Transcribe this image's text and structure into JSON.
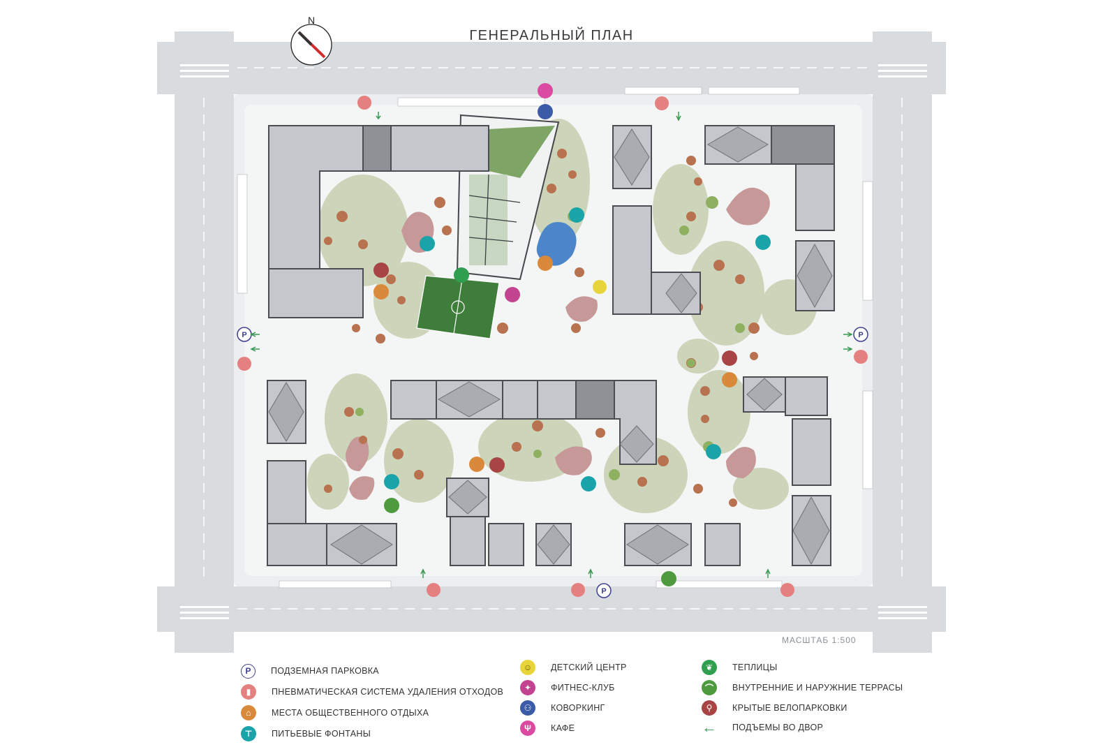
{
  "title": "ГЕНЕРАЛЬНЫЙ ПЛАН",
  "compass_label": "N",
  "scale_label": "МАСШТАБ 1:500",
  "colors": {
    "road": "#d7dadd",
    "sidewalk": "#eceef0",
    "courtyard": "#f3f4f4",
    "lawn": "#c9d3b4",
    "tree": "#b56a4a",
    "roof": "#c4c7cb",
    "water": "#4c86c9",
    "field": "#3e7d3a",
    "parking": "#3c3f8f",
    "waste": "#e58080",
    "recreation": "#d9893a",
    "fountain": "#1aa3a8",
    "kids": "#e6d43a",
    "fitness": "#c2438f",
    "coworking": "#3b5ba8",
    "cafe": "#d94aa0",
    "greenhouse": "#2f9e4e",
    "terraces": "#4f9a3e",
    "bikes": "#a84444",
    "arrow": "#3a9a55"
  },
  "legend": {
    "col1": [
      {
        "icon": "parking-icon",
        "glyph": "P",
        "label": "ПОДЗЕМНАЯ ПАРКОВКА"
      },
      {
        "icon": "waste-bin-icon",
        "glyph": "▮",
        "label": "ПНЕВМАТИЧЕСКАЯ СИСТЕМА УДАЛЕНИЯ ОТХОДОВ"
      },
      {
        "icon": "picnic-table-icon",
        "glyph": "⌂",
        "label": "МЕСТА ОБЩЕСТВЕННОГО ОТДЫХА"
      },
      {
        "icon": "water-tap-icon",
        "glyph": "⊤",
        "label": "ПИТЬЕВЫЕ ФОНТАНЫ"
      }
    ],
    "col2": [
      {
        "icon": "child-icon",
        "glyph": "☺",
        "label": "ДЕТСКИЙ ЦЕНТР"
      },
      {
        "icon": "runner-icon",
        "glyph": "✦",
        "label": "ФИТНЕС-КЛУБ"
      },
      {
        "icon": "people-icon",
        "glyph": "⚇",
        "label": "КОВОРКИНГ"
      },
      {
        "icon": "fork-knife-icon",
        "glyph": "Ψ",
        "label": "КАФЕ"
      }
    ],
    "col3": [
      {
        "icon": "leaf-icon",
        "glyph": "❦",
        "label": "ТЕПЛИЦЫ"
      },
      {
        "icon": "terrace-icon",
        "glyph": "⌒",
        "label": "ВНУТРЕННИЕ И НАРУЖНИЕ ТЕРРАСЫ"
      },
      {
        "icon": "bicycle-icon",
        "glyph": "⚲",
        "label": "КРЫТЫЕ ВЕЛОПАРКОВКИ"
      },
      {
        "icon": "arrow-left-icon",
        "glyph": "←",
        "label": "ПОДЪЕМЫ ВО ДВОР"
      }
    ]
  }
}
